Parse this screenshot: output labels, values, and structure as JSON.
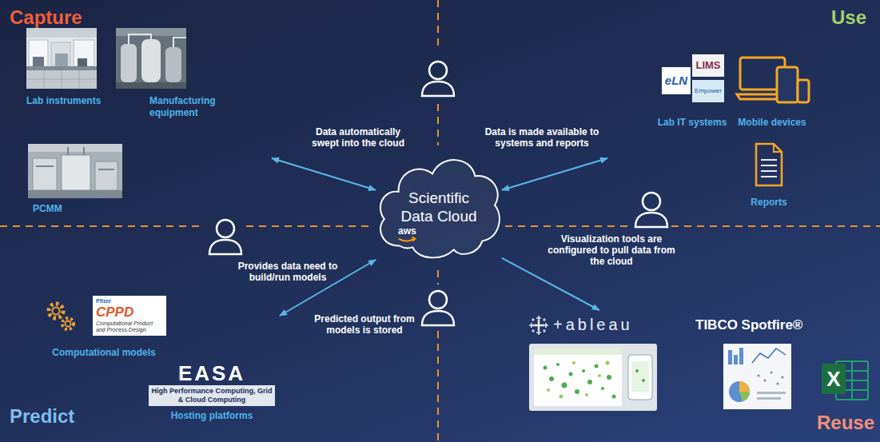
{
  "diagram": {
    "nodes": [
      {
        "text": [
          "Capture"
        ]
      },
      {
        "text": [
          "Lab instruments"
        ],
        "in": 0
      },
      {
        "text": [
          "Manufacturing equipment"
        ],
        "in": 0
      },
      {
        "text": [
          "PCMM"
        ],
        "in": 0
      },
      {
        "text": [
          "Use"
        ]
      },
      {
        "text": [
          "eLN",
          "LIMS",
          "Empower",
          "Lab IT systems"
        ],
        "in": 4
      },
      {
        "text": [
          "Mobile devices"
        ],
        "in": 4
      },
      {
        "text": [
          "Reports"
        ],
        "in": 4
      },
      {
        "text": [
          "Scientific Data Cloud",
          "aws"
        ]
      },
      {
        "text": [
          "Predict"
        ]
      },
      {
        "text": [
          "Pfizer",
          "CPPD",
          "Computational Product and Process Design",
          "Computational models"
        ],
        "in": 9
      },
      {
        "text": [
          "EASA",
          "High Performance Computing, Grid & Cloud Computing",
          "Hosting platforms"
        ],
        "in": 9
      },
      {
        "text": [
          "Reuse"
        ]
      },
      {
        "text": [
          "+ableau"
        ],
        "in": 12
      },
      {
        "text": [
          "TIBCO Spotfire®"
        ],
        "in": 12
      },
      {
        "text": [
          "X"
        ],
        "in": 12
      }
    ],
    "edges": [
      {
        "from": 0,
        "to": 8,
        "arrow": "both",
        "label": "Data automatically swept into the cloud"
      },
      {
        "from": 8,
        "to": 4,
        "arrow": "both",
        "label": "Data is made available to systems and reports"
      },
      {
        "from": 9,
        "to": 8,
        "arrow": "both",
        "label": "Provides data need to build/run models"
      },
      {
        "from": 8,
        "to": 12,
        "arrow": "to",
        "label": "Visualization tools are configured to pull data from the cloud"
      }
    ],
    "labels": [
      "Predicted output from models is stored"
    ]
  }
}
